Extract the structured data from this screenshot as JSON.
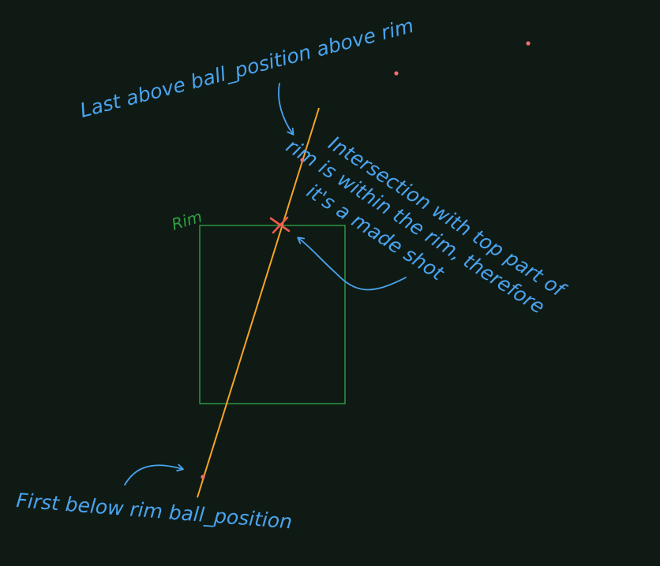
{
  "labels": {
    "rim": "Rim",
    "last_above": "Last above ball_position above rim",
    "intersection_line1": "Intersection with top part of",
    "intersection_line2": "rim is within the rim, therefore",
    "intersection_line3": "it's a made shot",
    "first_below": "First below rim ball_position"
  },
  "colors": {
    "background": "#0f1a14",
    "annotation": "#4aa3ee",
    "rim": "#2f9e44",
    "trajectory": "#f5a524",
    "point": "#f07070",
    "intersection": "#f05a4e"
  }
}
